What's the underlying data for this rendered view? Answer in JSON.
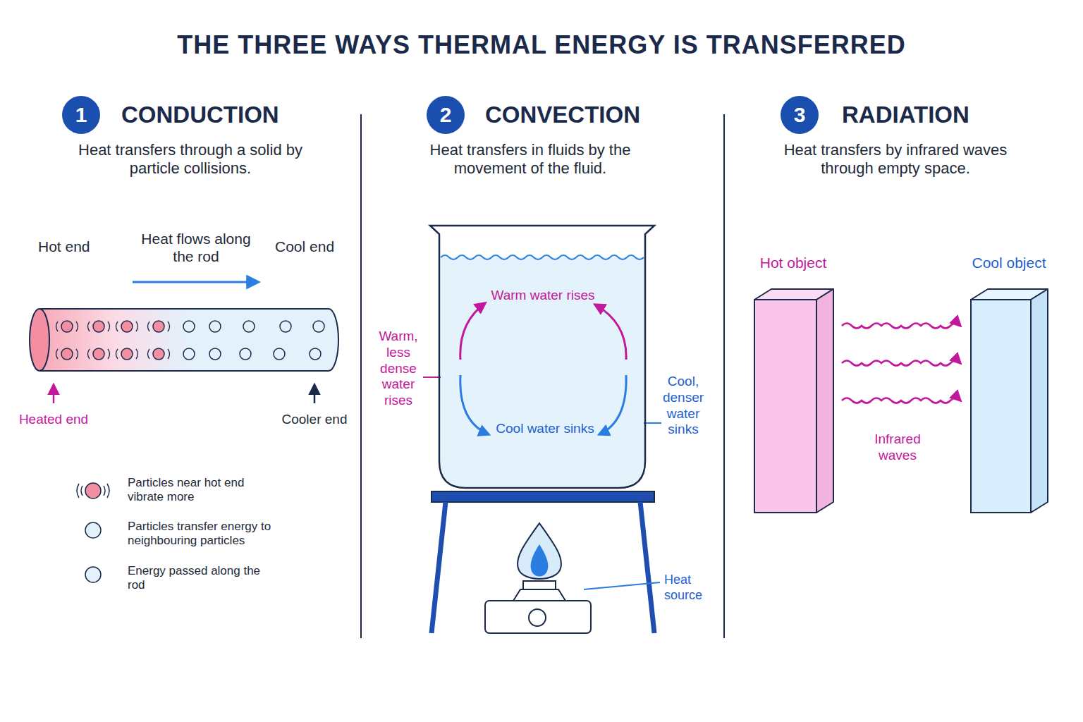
{
  "diagram": {
    "title": "THE THREE WAYS THERMAL ENERGY IS TRANSFERRED",
    "nodes": [
      {
        "text": [
          "1"
        ]
      },
      {
        "text": [
          "2"
        ]
      },
      {
        "text": [
          "3"
        ]
      },
      {
        "text": [
          "Warm water rises",
          "Cool water sinks"
        ]
      },
      {
        "text": [
          "Hot object"
        ]
      },
      {
        "text": [
          "Cool object"
        ]
      }
    ],
    "edges": [
      {
        "from": 4,
        "to": 5,
        "arrow": "to"
      },
      {
        "from": 4,
        "to": 5,
        "arrow": "to"
      },
      {
        "from": 4,
        "to": 5,
        "arrow": "to"
      }
    ],
    "labels": [
      "CONDUCTION",
      "Heat transfers through a solid by particle collisions.",
      "Hot end",
      "Heat flows along the rod",
      "Cool end",
      "Heated end",
      "Cooler end",
      "CONVECTION",
      "Heat transfers in fluids by the movement of the fluid.",
      "Warm, less dense water rises",
      "Cool, denser water sinks",
      "Heat source",
      "RADIATION",
      "Heat transfers by infrared waves through empty space.",
      "Infrared waves"
    ],
    "legend": [
      {
        "text": "Particles near hot end vibrate more"
      },
      {
        "text": "Particles transfer energy to neighbouring particles"
      },
      {
        "text": "Energy passed along the rod"
      }
    ]
  }
}
